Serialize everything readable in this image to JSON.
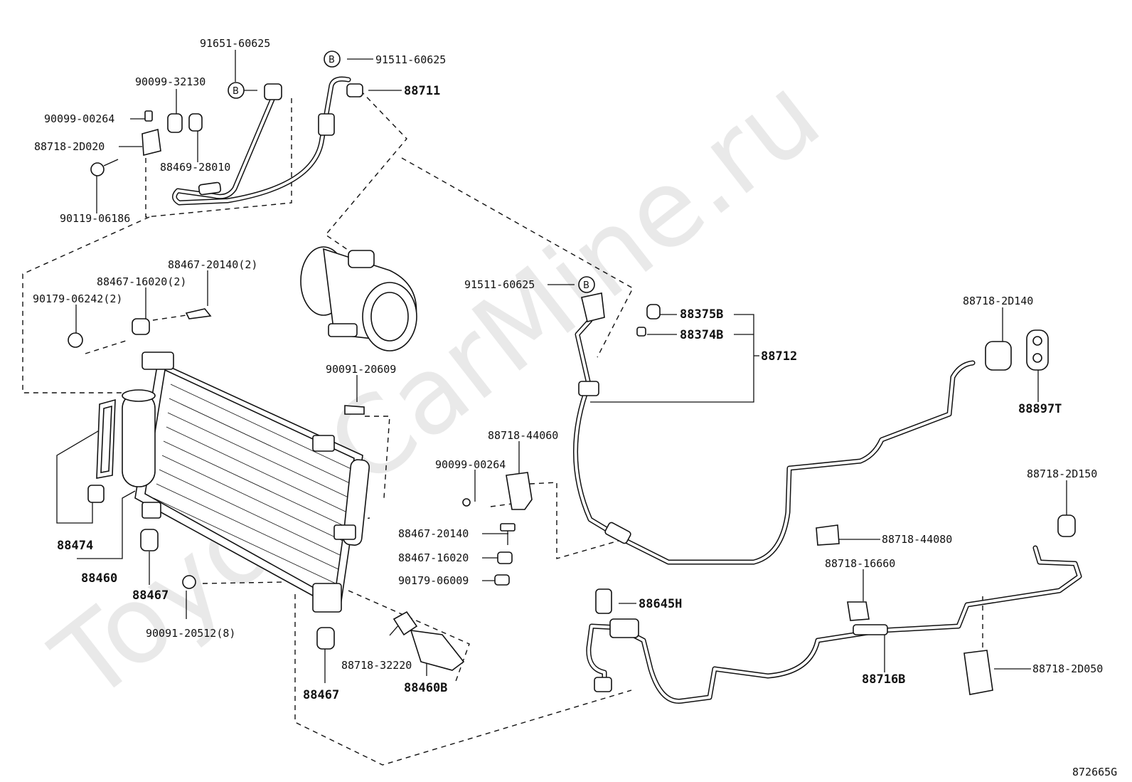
{
  "watermark": "ToyotaCarMine.ru",
  "diagram_code": "872665G",
  "circle_marker": "B",
  "labels": {
    "p91651_60625": "91651-60625",
    "p91511_60625_top": "91511-60625",
    "p88711": "88711",
    "p90099_32130": "90099-32130",
    "p90099_00264_a": "90099-00264",
    "p88718_2D020": "88718-2D020",
    "p88469_28010": "88469-28010",
    "p90119_06186": "90119-06186",
    "p88467_20140_2": "88467-20140(2)",
    "p88467_16020_2": "88467-16020(2)",
    "p90179_06242_2": "90179-06242(2)",
    "p90091_20609": "90091-20609",
    "p88474": "88474",
    "p88460": "88460",
    "p88467_a": "88467",
    "p88467_b": "88467",
    "p90091_20512_8": "90091-20512(8)",
    "p88718_44060": "88718-44060",
    "p90099_00264_b": "90099-00264",
    "p88467_20140": "88467-20140",
    "p88467_16020": "88467-16020",
    "p90179_06009": "90179-06009",
    "p88718_32220": "88718-32220",
    "p88460B": "88460B",
    "p91511_60625_mid": "91511-60625",
    "p88375B": "88375B",
    "p88374B": "88374B",
    "p88712": "88712",
    "p88718_2D140": "88718-2D140",
    "p88897T": "88897T",
    "p88718_2D150": "88718-2D150",
    "p88718_44080": "88718-44080",
    "p88718_16660": "88718-16660",
    "p88645H": "88645H",
    "p88716B": "88716B",
    "p88718_2D050": "88718-2D050"
  }
}
